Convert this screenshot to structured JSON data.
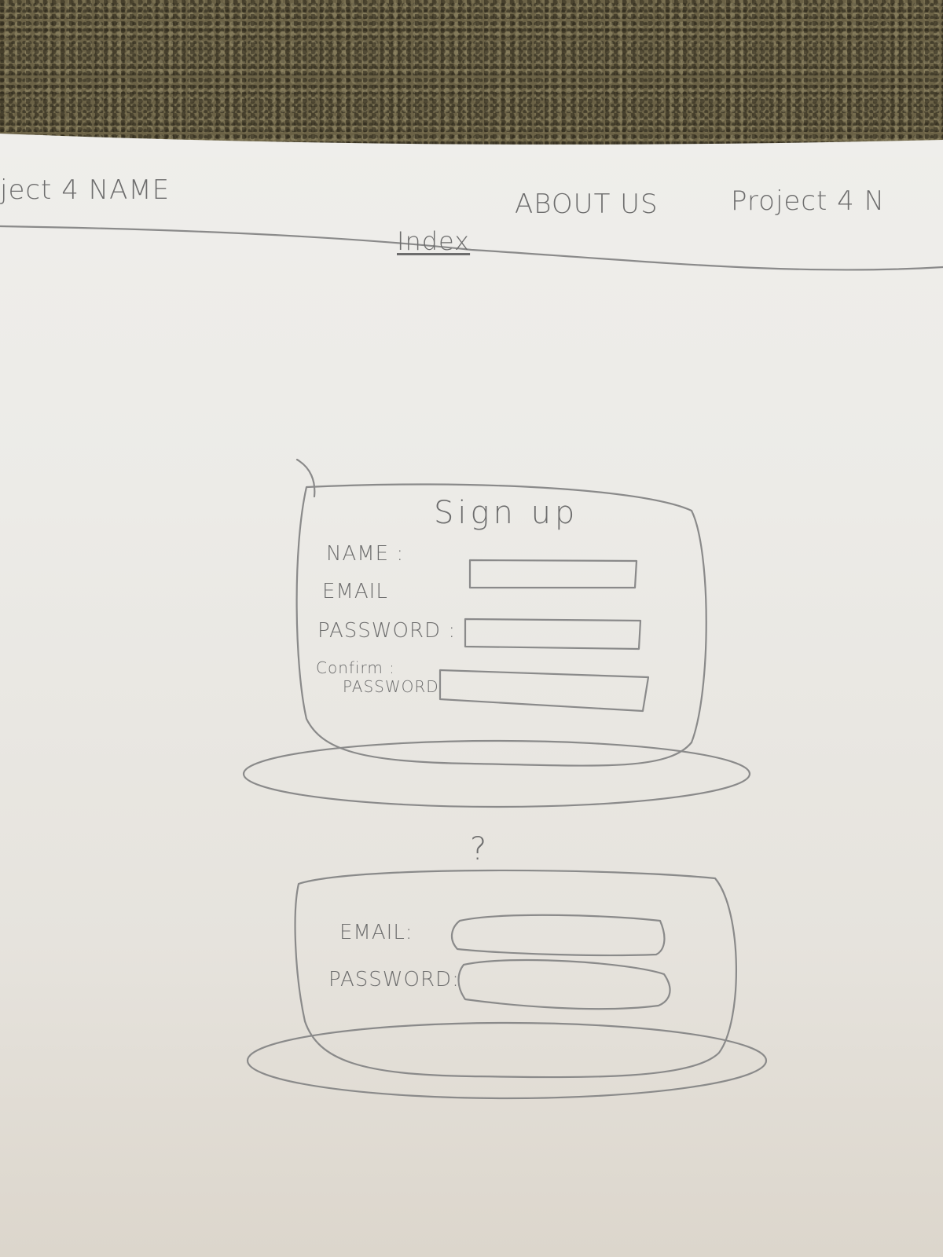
{
  "nav": {
    "brand": "ject 4 NAME",
    "about": "ABOUT US",
    "project": "Project 4 N",
    "index": "Index"
  },
  "signup": {
    "title": "Sign up",
    "name_label": "NAME :",
    "email_label": "EMAIL",
    "password_label": "PASSWORD :",
    "confirm_label_line1": "Confirm :",
    "confirm_label_line2": "PASSWORD"
  },
  "separator": "?",
  "login": {
    "email_label": "EMAIL:",
    "password_label": "PASSWORD:"
  }
}
